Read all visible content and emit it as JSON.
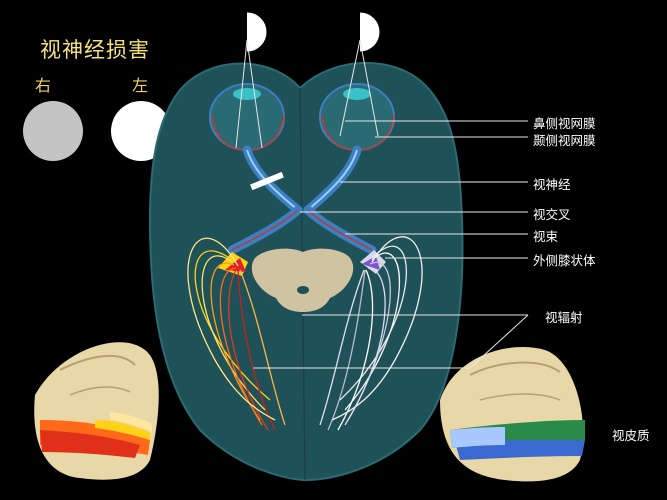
{
  "title": "视神经损害",
  "visual_field": {
    "right_label": "右",
    "left_label": "左",
    "right_eye_color": "#c4c4c4",
    "left_eye_color": "#ffffff"
  },
  "labels": {
    "nasal_retina": "鼻侧视网膜",
    "temporal_retina": "颞侧视网膜",
    "optic_nerve": "视神经",
    "optic_chiasm": "视交叉",
    "optic_tract": "视束",
    "lgn": "外侧膝状体",
    "optic_radiation": "视辐射",
    "visual_cortex": "视皮质"
  },
  "colors": {
    "brain": "#1f5158",
    "brain_edge": "#2b6b74",
    "nerve_blue": "#3b7fc4",
    "nerve_red": "#c23a2a",
    "lesion": "#ffffff",
    "midbrain": "#cfc3a2"
  }
}
